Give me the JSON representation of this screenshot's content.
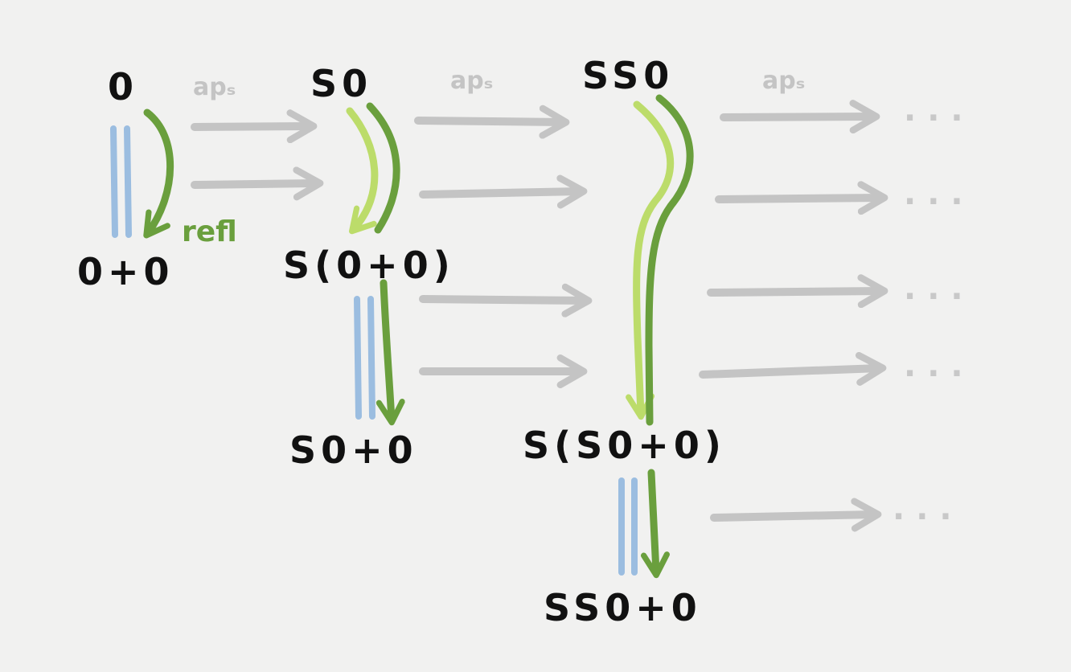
{
  "colors": {
    "background": "#f1f1f0",
    "term": "#111111",
    "equality_bars": "#9bbde0",
    "path_dark": "#6a9f3d",
    "path_light": "#bcdc6a",
    "ap_arrow": "#c4c4c4"
  },
  "terms": {
    "zero": "0",
    "zero_plus_zero": "0+0",
    "s_zero": "S0",
    "s_of_zero_plus_zero": "S(0+0)",
    "s_zero_plus_zero": "S0+0",
    "ss_zero": "SS0",
    "s_of_s_zero_plus_zero": "S(S0+0)",
    "ss_zero_plus_zero": "SS0+0"
  },
  "labels": {
    "refl": "refl",
    "aps_1": "apₛ",
    "aps_2": "apₛ",
    "aps_3": "apₛ",
    "ellipsis": "..."
  }
}
